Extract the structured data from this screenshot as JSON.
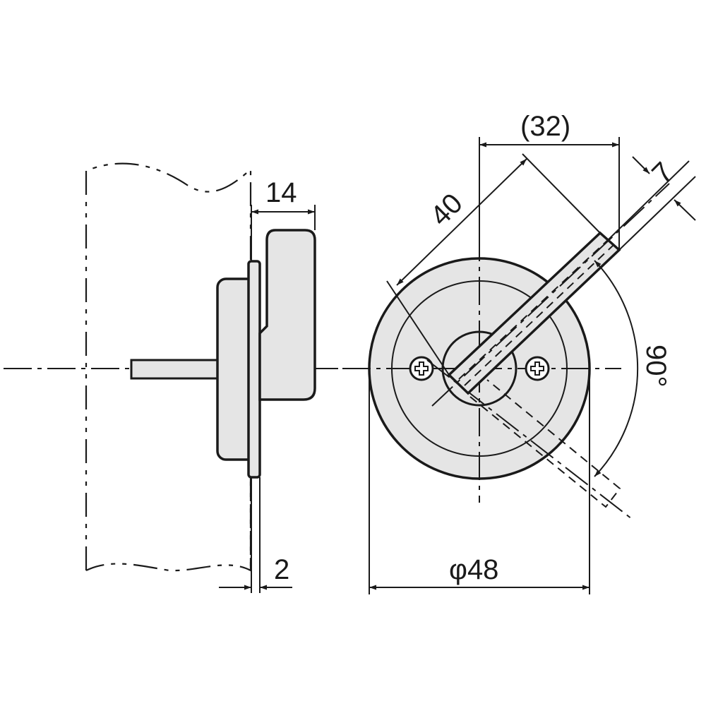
{
  "colors": {
    "line": "#1a1a1a",
    "part_fill": "#e5e5e5",
    "background": "#ffffff"
  },
  "dimensions": {
    "depth": "14",
    "thickness": "2",
    "reach": "(32)",
    "arm_length": "40",
    "arm_width": "7",
    "rotation": "90°",
    "diameter": "φ48"
  }
}
